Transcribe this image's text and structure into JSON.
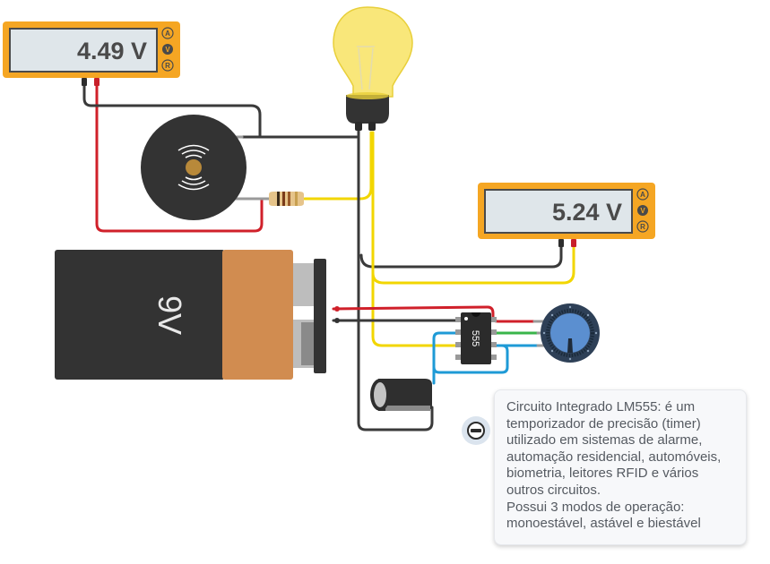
{
  "multimeters": [
    {
      "id": "multimeter-1",
      "reading": "4.49 V",
      "modes": [
        "A",
        "V",
        "R"
      ],
      "active_mode": "V"
    },
    {
      "id": "multimeter-2",
      "reading": "5.24 V",
      "modes": [
        "A",
        "V",
        "R"
      ],
      "active_mode": "V"
    }
  ],
  "battery": {
    "label": "9V"
  },
  "ic": {
    "label": "555"
  },
  "tooltip": {
    "text": "Circuito Integrado LM555: é um\ntemporizador de precisão (timer)\nutilizado em sistemas de alarme,\nautomação residencial, automóveis,\nbiometria, leitores RFID e vários\noutros circuitos.\nPossui 3 modos de operação:\nmonoestável, astável e biestável",
    "collapse_icon": "minus-circle-icon"
  },
  "colors": {
    "meter_body": "#f5a623",
    "meter_screen": "#dfe6ea",
    "wire_red": "#d0202a",
    "wire_black": "#3a3a3a",
    "wire_yellow": "#f2d600",
    "wire_green": "#39b54a",
    "wire_blue": "#1e9ad6",
    "battery_body": "#333333",
    "battery_cap": "#d18c50",
    "bulb": "#f9e77a",
    "pot_knob": "#5b8fd0"
  }
}
